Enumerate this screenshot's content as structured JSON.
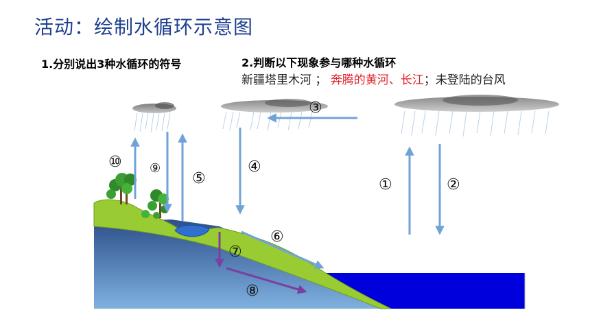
{
  "title": "活动：绘制水循环示意图",
  "question1": "1.分别说出3种水循环的符号",
  "question2": "2.判断以下现象参与哪种水循环",
  "examples": {
    "ex1": "新疆塔里木河",
    "sep1": " ；",
    "ex2": "奔腾的黄河、长江",
    "sep2": "；",
    "ex3": "未登陆的台风"
  },
  "labels": {
    "n1": "①",
    "n2": "②",
    "n3": "③",
    "n4": "④",
    "n5": "⑤",
    "n6": "⑥",
    "n7": "⑦",
    "n8": "⑧",
    "n9": "⑨",
    "n10": "⑩"
  },
  "colors": {
    "arrow_blue": "#6fa3d8",
    "arrow_purple": "#7b3fa0",
    "ocean": "#0000dd",
    "land_green": "#99cc33",
    "ground_blue": "#5c8ec6",
    "title_blue": "#1f3f8f",
    "highlight_red": "#e3242b"
  }
}
